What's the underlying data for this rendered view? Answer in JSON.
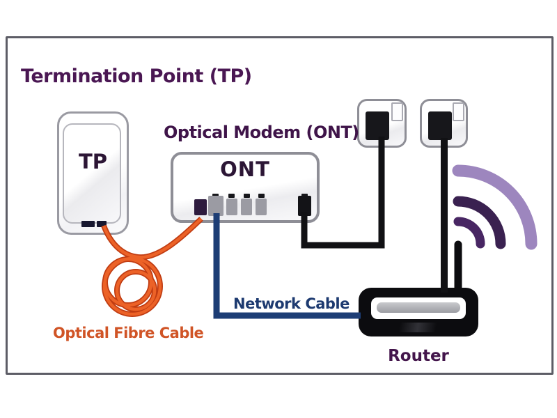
{
  "diagram": {
    "title": "Termination Point (TP)",
    "devices": {
      "tp": {
        "label": "TP"
      },
      "ont": {
        "label": "ONT",
        "caption": "Optical Modem (ONT)"
      },
      "router": {
        "label": "Router"
      },
      "wall_sockets": {
        "count": "2"
      }
    },
    "cables": {
      "optical_fibre": {
        "label": "Optical Fibre Cable",
        "color": "#e8561f"
      },
      "network": {
        "label": "Network Cable",
        "color": "#1d3d75"
      },
      "socket_link": {
        "color": "#111111"
      }
    },
    "wifi": {
      "arc_colors_outer_to_inner": [
        "#9d86be",
        "#3a2150",
        "#482663"
      ]
    },
    "colors": {
      "title_text": "#4a1753",
      "device_text": "#2c1635",
      "fibre_text": "#d05426",
      "network_text": "#1d3a70",
      "frame_border": "#5d5d66"
    }
  }
}
